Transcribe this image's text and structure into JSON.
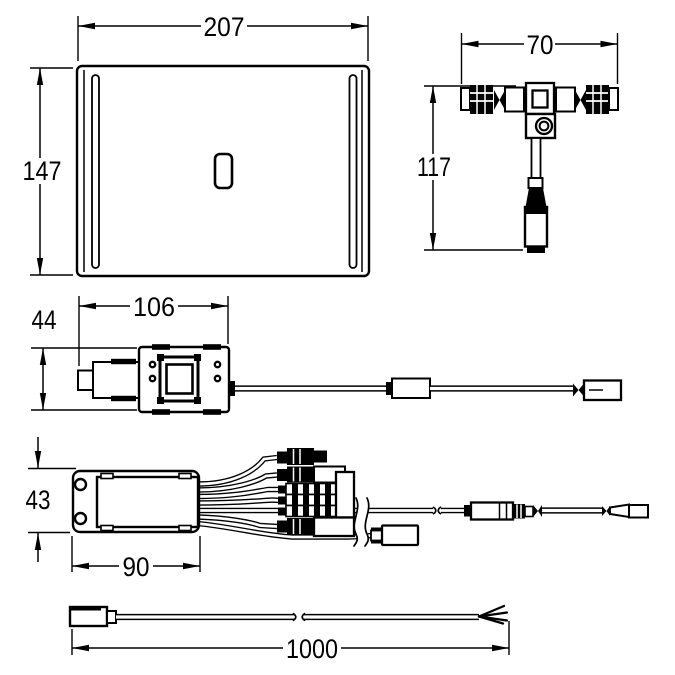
{
  "canvas": {
    "background": "#ffffff",
    "line_color": "#000000"
  },
  "dimensions": {
    "front_panel": {
      "width": "207",
      "height": "147"
    },
    "tee_valve": {
      "width": "70",
      "height": "117"
    },
    "control_unit": {
      "length": "106",
      "height": "44"
    },
    "electronics_module": {
      "height": "43",
      "width": "90"
    },
    "cable": {
      "length": "1000"
    }
  }
}
